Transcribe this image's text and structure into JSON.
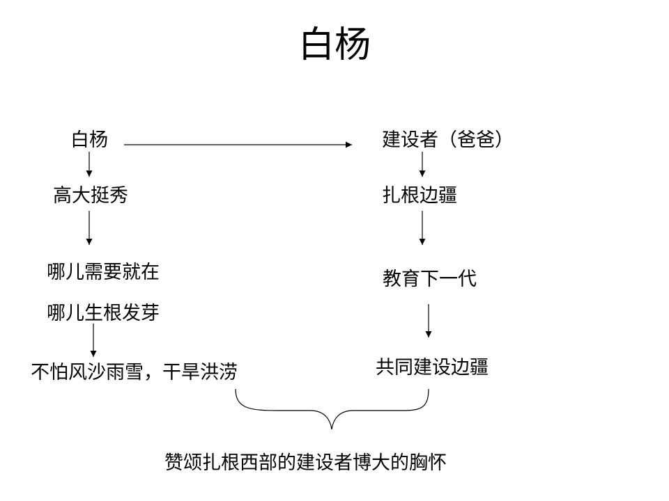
{
  "title": "白杨",
  "left_column": {
    "node1": "白杨",
    "node2": "高大挺秀",
    "node3_line1": "哪儿需要就在",
    "node3_line2": "哪儿生根发芽",
    "node4": "不怕风沙雨雪，干旱洪涝"
  },
  "right_column": {
    "node1": "建设者（爸爸）",
    "node2": "扎根边疆",
    "node3": "教育下一代",
    "node4": "共同建设边疆"
  },
  "conclusion": "赞颂扎根西部的建设者博大的胸怀"
}
